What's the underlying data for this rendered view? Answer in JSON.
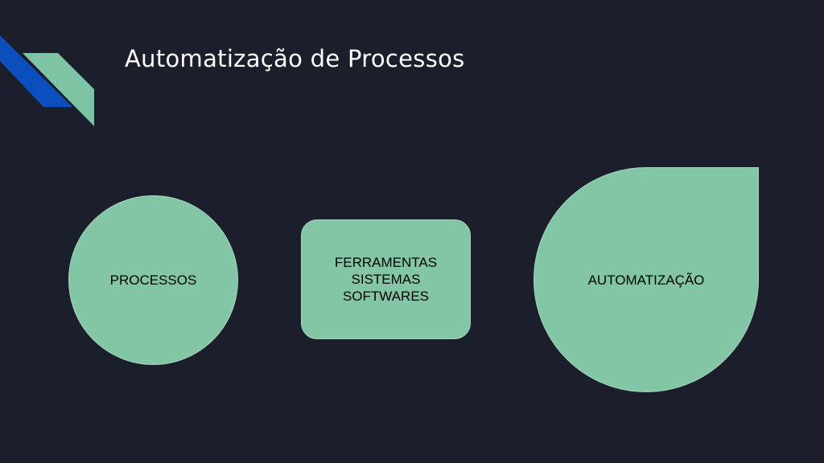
{
  "slide": {
    "title": "Automatização de Processos"
  },
  "colors": {
    "background": "#1b1f2c",
    "shape_fill": "#82c6a6",
    "accent_blue": "#0b4fbf",
    "accent_green": "#7cc4a3",
    "title_text": "#ffffff",
    "shape_text": "#000000"
  },
  "diagram": {
    "processos": {
      "label": "PROCESSOS"
    },
    "ferramentas": {
      "lines": [
        "FERRAMENTAS",
        "SISTEMAS",
        "SOFTWARES"
      ]
    },
    "automatizacao": {
      "label": "AUTOMATIZAÇÃO"
    }
  }
}
